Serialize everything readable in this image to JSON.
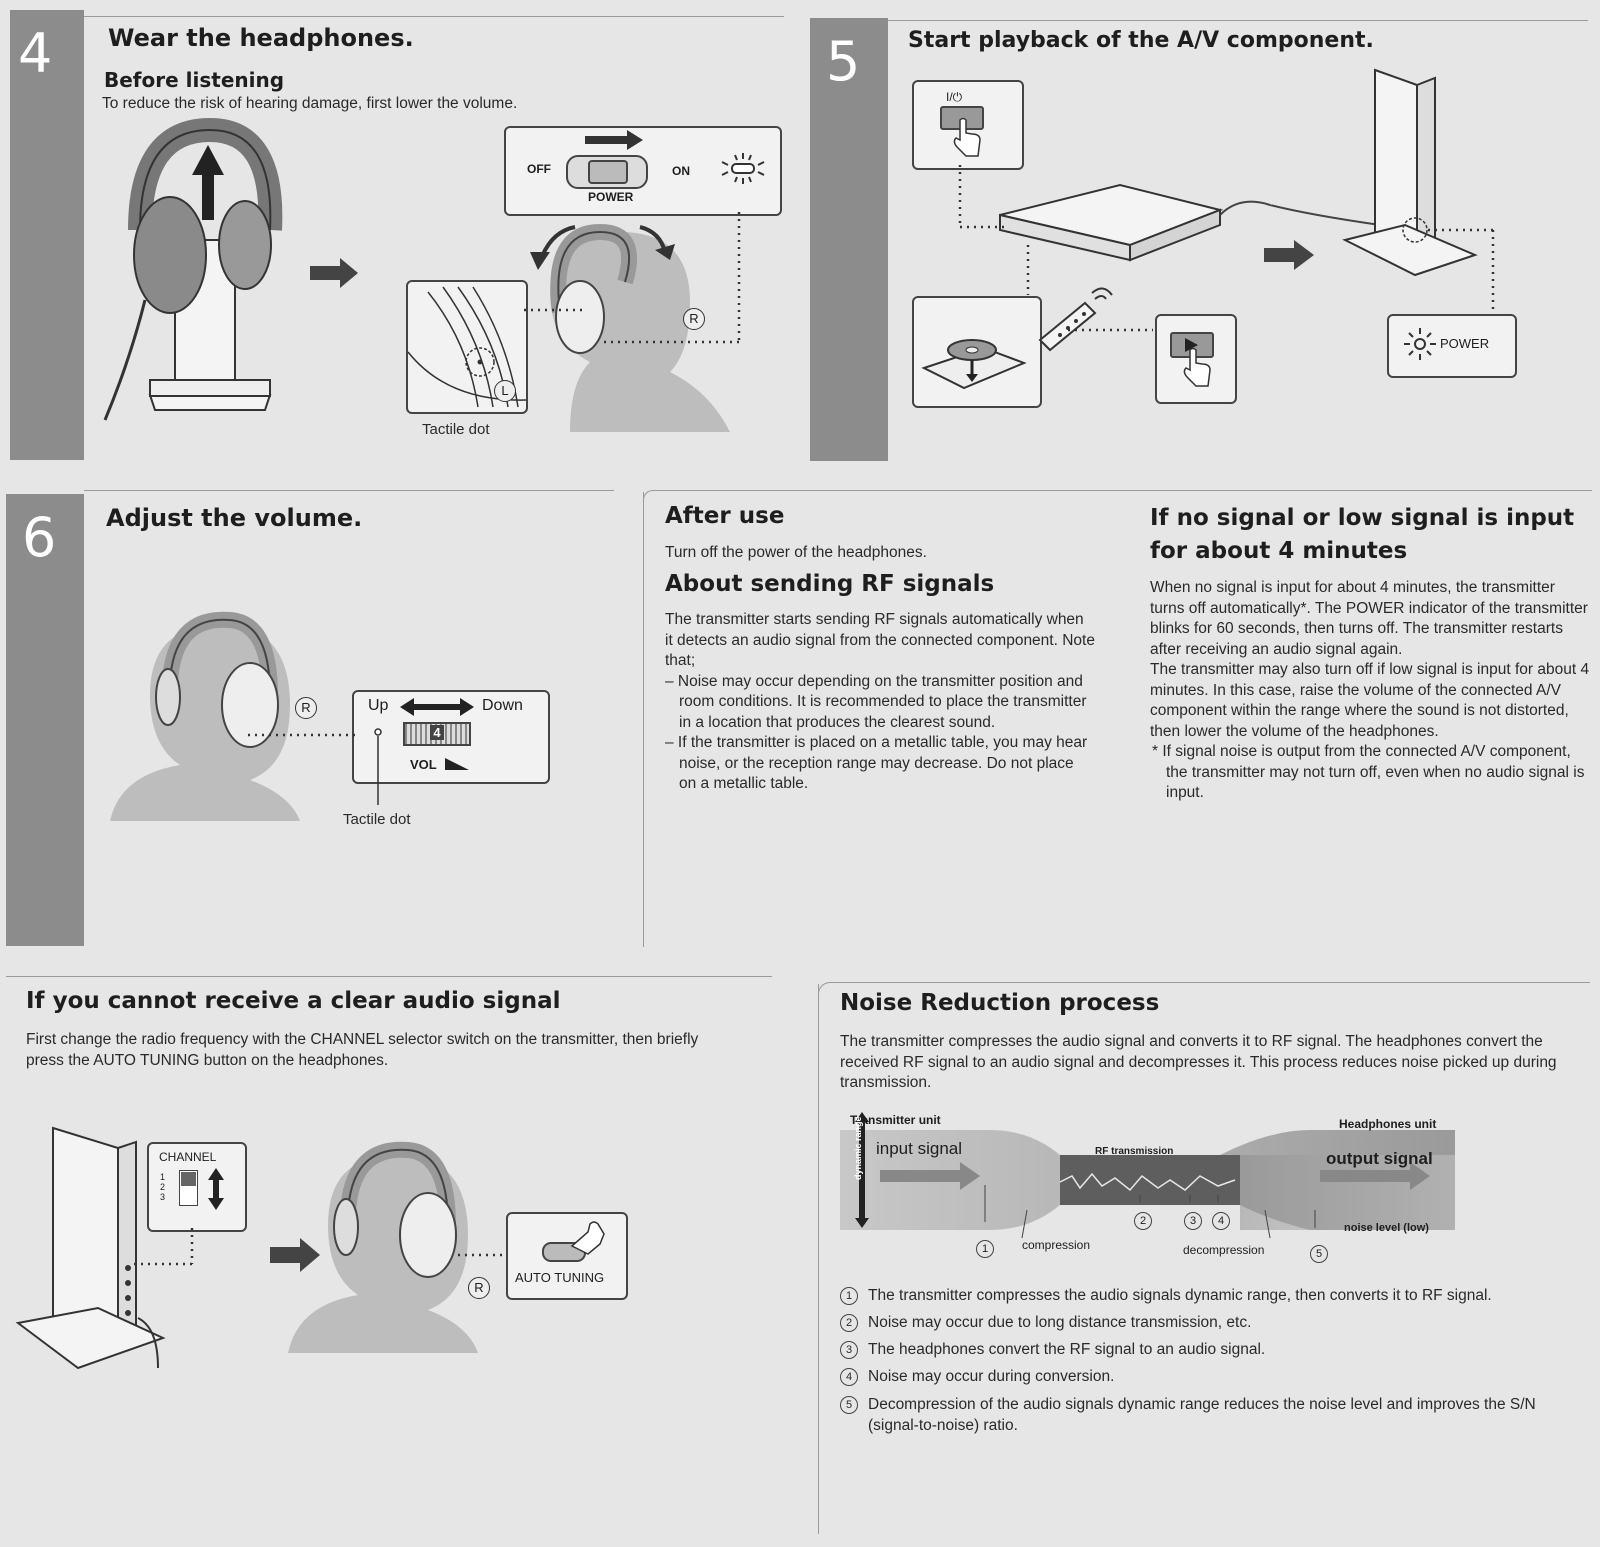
{
  "step4": {
    "number": "4",
    "title": "Wear the headphones.",
    "subtitle": "Before listening",
    "text": "To reduce the risk of hearing damage, first lower the volume.",
    "switch_off": "OFF",
    "switch_on": "ON",
    "switch_name": "POWER",
    "tactile_dot": "Tactile dot",
    "right_mark": "R",
    "left_mark": "L"
  },
  "step5": {
    "number": "5",
    "title": "Start playback of the A/V component.",
    "power_button_label": "I/⏻",
    "power_indicator": "POWER"
  },
  "step6": {
    "number": "6",
    "title": "Adjust the volume.",
    "up": "Up",
    "down": "Down",
    "vol": "VOL",
    "wheel_value": "4",
    "right_mark": "R",
    "tactile_dot": "Tactile dot"
  },
  "after_use": {
    "title": "After use",
    "text": "Turn off the power of the headphones."
  },
  "rf": {
    "title": "About sending RF signals",
    "intro": "The transmitter starts sending RF signals automatically when it detects an audio signal from the connected component. Note that;",
    "items": [
      "– Noise may occur depending on the transmitter position and room conditions. It is recommended to place the transmitter in a location that produces the clearest sound.",
      "– If the transmitter is placed on a metallic table, you may hear noise, or the reception range may decrease. Do not place on a metallic table."
    ]
  },
  "no_signal": {
    "title_line1": "If no signal or low signal is input",
    "title_line2": "for about 4 minutes",
    "para1": "When no signal is input for about 4 minutes, the transmitter turns off automatically*. The POWER indicator of the transmitter blinks for 60 seconds, then turns off. The transmitter restarts after receiving an audio signal again.",
    "para2": "The transmitter may also turn off if low signal is input for about 4 minutes. In this case, raise the volume of the connected A/V component within the range where the sound is not distorted, then lower the volume of the headphones.",
    "note": "* If signal noise is output from the connected A/V component, the transmitter may not turn off, even when no audio signal is input."
  },
  "clear_signal": {
    "title": "If you cannot receive a clear audio signal",
    "text": "First change the radio frequency with the CHANNEL selector switch on the transmitter, then briefly press the AUTO TUNING button on the headphones.",
    "channel_label": "CHANNEL",
    "channel_options": [
      "1",
      "2",
      "3"
    ],
    "auto_tuning": "AUTO TUNING",
    "right_mark": "R"
  },
  "noise_reduction": {
    "title": "Noise Reduction process",
    "text": "The transmitter compresses the audio signal and converts it to RF signal. The headphones convert the received RF signal to an audio signal and decompresses it. This process reduces noise picked up during transmission.",
    "transmitter_unit": "Transmitter unit",
    "headphones_unit": "Headphones unit",
    "input_signal": "input signal",
    "output_signal": "output signal",
    "dynamic_range": "dynamic range",
    "rf_transmission": "RF transmission",
    "compression": "compression",
    "decompression": "decompression",
    "noise_level": "noise level (low)",
    "markers": [
      "1",
      "2",
      "3",
      "4",
      "5"
    ],
    "items": [
      {
        "num": "1",
        "text": "The transmitter compresses the audio signals dynamic range, then converts it to RF signal."
      },
      {
        "num": "2",
        "text": "Noise may occur due to long distance transmission, etc."
      },
      {
        "num": "3",
        "text": "The headphones convert the RF signal to an audio signal."
      },
      {
        "num": "4",
        "text": "Noise may occur during conversion."
      },
      {
        "num": "5",
        "text": "Decompression of the audio signals dynamic range reduces the noise level and improves the S/N (signal-to-noise) ratio."
      }
    ]
  }
}
